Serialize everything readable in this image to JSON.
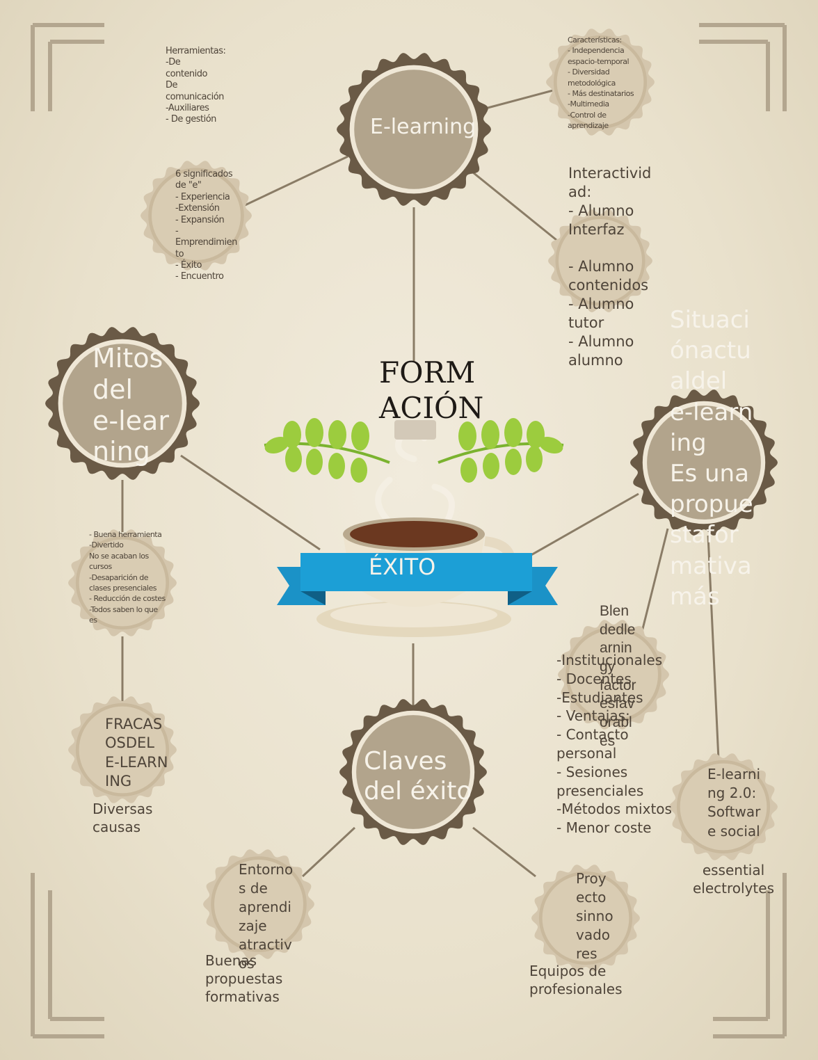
{
  "colors": {
    "background": "#ebe3cf",
    "node_fill": "#b2a48c",
    "node_dark": "#6a5a46",
    "node_ring_small": "#d4c6ad",
    "connector": "#8a7c66",
    "banner": "#1c9fd6",
    "banner_dark": "#0f6f9c",
    "leaves": "#9ccc3e",
    "text_dark": "#4e4439",
    "text_light": "#f7f3ea"
  },
  "title": {
    "line1": "FORM",
    "line2": "ACIÓN",
    "banner": "ÉXITO"
  },
  "nodes": {
    "elearning": {
      "label": "E-learning"
    },
    "mitos": {
      "label": "Mitos\ndel\ne-lear\nning"
    },
    "claves": {
      "label": "Claves\ndel éxito"
    },
    "situacion": {
      "label": "Situaci\nónactu\naldel\ne-learn\ning\nEs una\npropue\nstafor\nmativa\nmás"
    },
    "caracteristicas": {
      "label": "Características:\n- Independencia\nespacio-temporal\n- Diversidad\nmetodológica\n- Más destinatarios\n-Multimedia\n-Control de\naprendizaje"
    },
    "significados": {
      "label": "6 significados\nde \"e\"\n- Experiencia\n-Extensión\n- Expansión\n-\nEmprendimien\nto\n- Éxito\n- Encuentro"
    },
    "interactividad": {
      "label": "Interactivid\nad:\n- Alumno\nInterfaz\n\n- Alumno\ncontenidos\n- Alumno\ntutor\n- Alumno\nalumno"
    },
    "mitos_lista": {
      "label": "- Buena herramienta\n-Divertido\nNo se acaban los\ncursos\n-Desaparición de\nclases presenciales\n- Reducción de costes\n-Todos saben lo que\nes"
    },
    "fracasos": {
      "label": "FRACAS\nOSDEL\nE-LEARN\nING",
      "caption": "Diversas\ncausas"
    },
    "blended": {
      "label": "Blen\ndedle\narnin\ngy\nfactor\nesfav\norabl\nes",
      "list": "-Institucionales\n- Docentes\n-Estudiantes\n- Ventajas:\n- Contacto\npersonal\n- Sesiones\npresenciales\n-Métodos mixtos\n- Menor coste"
    },
    "elearning20": {
      "label": "E-learni\nng 2.0:\nSoftwar\ne social",
      "caption": "essential\nelectrolytes"
    },
    "entornos": {
      "label": "Entorno\ns de\naprendi\nzaje\natractiv\nos",
      "caption": "Buenas\npropuestas\nformativas"
    },
    "proyecto": {
      "label": "Proy\necto\nsinno\nvado\nres",
      "caption": "Equipos de\nprofesionales"
    },
    "herramientas": {
      "label": "Herramientas:\n-De\ncontenido\nDe\ncomunicación\n-Auxiliares\n- De gestión"
    }
  }
}
